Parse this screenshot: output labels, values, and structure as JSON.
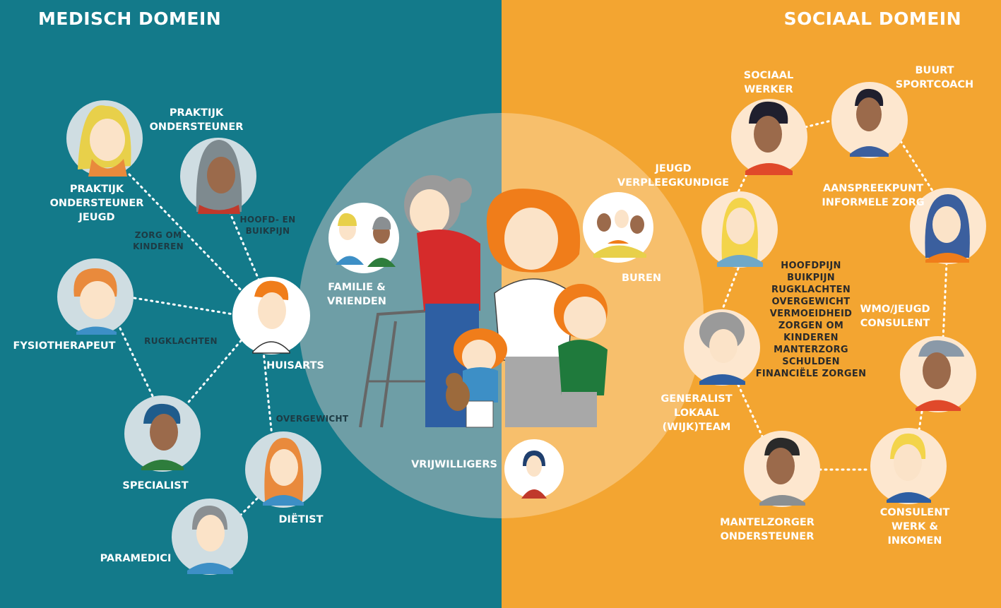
{
  "domains": {
    "medical": {
      "title": "MEDISCH DOMEIN",
      "color": "#137a8a"
    },
    "social": {
      "title": "SOCIAAL DOMEIN",
      "color": "#f3a531"
    }
  },
  "medical_roles": {
    "praktijkondersteuner": "PRAKTIJK\nONDERSTEUNER",
    "poh_jeugd": "PRAKTIJK\nONDERSTEUNER\nJEUGD",
    "fysiotherapeut": "FYSIOTHERAPEUT",
    "huisarts": "HUISARTS",
    "specialist": "SPECIALIST",
    "dietist": "DIËTIST",
    "paramedici": "PARAMEDICI"
  },
  "medical_links": {
    "hoofd_buikpijn": "HOOFD-  EN\nBUIKPIJN",
    "zorg_kinderen": "ZORG OM\nKINDEREN",
    "rugklachten": "RUGKLACHTEN",
    "overgewicht": "OVERGEWICHT"
  },
  "center": {
    "familie": "FAMILIE &\nVRIENDEN",
    "buren": "BUREN",
    "vrijwilligers": "VRIJWILLIGERS"
  },
  "social_roles": {
    "sociaal_werker": "SOCIAAL\nWERKER",
    "buurtsportcoach": "BUURT\nSPORTCOACH",
    "jeugdverpleegkundige": "JEUGD\nVERPLEEGKUNDIGE",
    "aanspreekpunt": "AANSPREEKPUNT\nINFORMELE ZORG",
    "wmo": "WMO/JEUGD\nCONSULENT",
    "generalist": "GENERALIST\nLOKAAL\n(WIJK)TEAM",
    "mantelzorger": "MANTELZORGER\nONDERSTEUNER",
    "consulent_werk": "CONSULENT\nWERK & INKOMEN"
  },
  "problems": "HOOFDPIJN\nBUIKPIJN\nRUGKLACHTEN\nOVERGEWICHT\nVERMOEIDHEID\nZORGEN OM\nKINDEREN\nMANTERZORG\nSCHULDEN\nFINANCIËLE ZORGEN",
  "colors": {
    "avatar_bg": "#cfdde2",
    "skin_light": "#fbe3c8",
    "skin_dark": "#9b6a4b",
    "orange_hair": "#f07d1a",
    "dotted_line": "#ffffff"
  }
}
